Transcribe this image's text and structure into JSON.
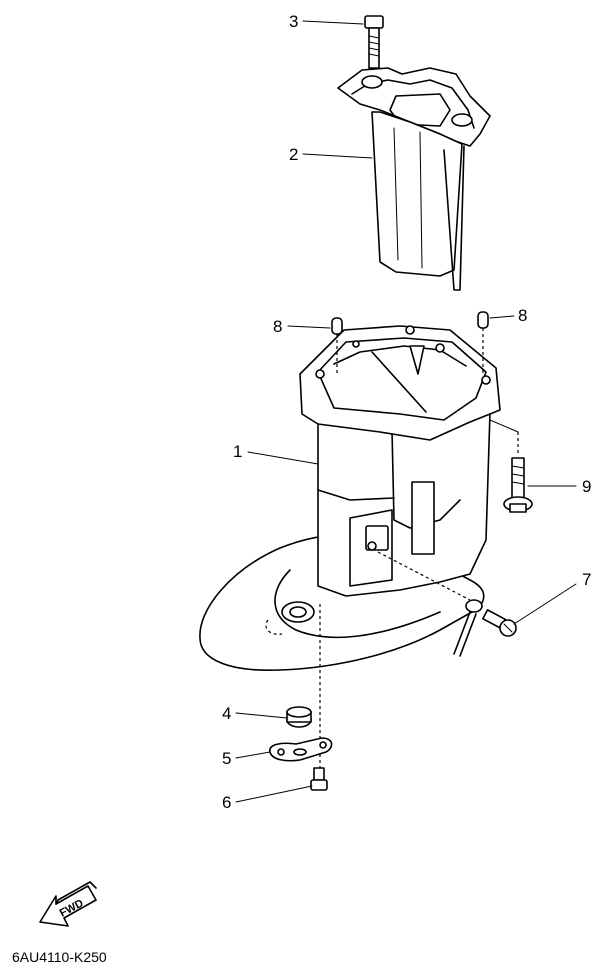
{
  "diagram": {
    "callouts": {
      "c1": "1",
      "c2": "2",
      "c3": "3",
      "c4": "4",
      "c5": "5",
      "c6": "6",
      "c7": "7",
      "c8a": "8",
      "c8b": "8",
      "c9": "9"
    },
    "fwd_label": "FWD",
    "part_code": "6AU4110-K250"
  }
}
